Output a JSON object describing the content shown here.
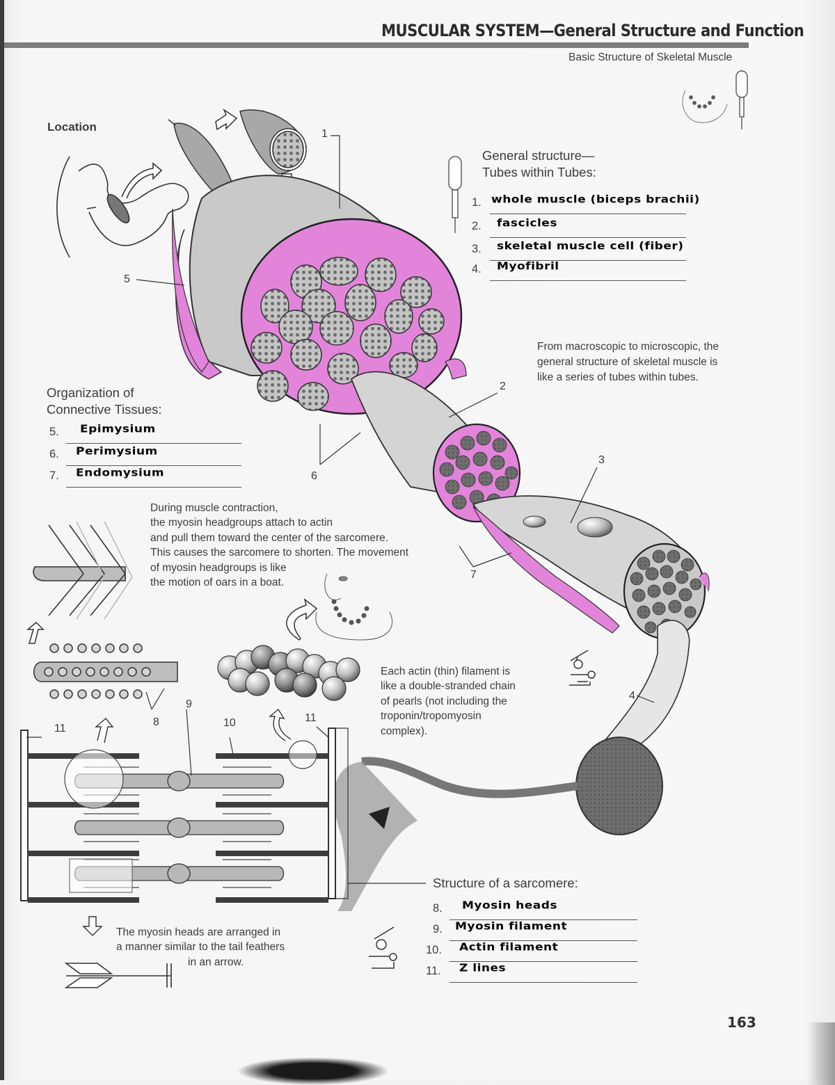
{
  "header": {
    "title": "MUSCULAR SYSTEM—General Structure and Function",
    "subtitle": "Basic Structure of Skeletal Muscle"
  },
  "colors": {
    "connective_tissue_pink": "#e384db",
    "muscle_gray": "#c9c9c9",
    "dark_gray": "#6f6f6f",
    "ink": "#2f2f2f",
    "header_rule": "#7d7d7d"
  },
  "location": {
    "label": "Location"
  },
  "general_structure": {
    "heading_line1": "General structure—",
    "heading_line2": "Tubes within Tubes:",
    "items": [
      {
        "num": "1.",
        "answer": "whole muscle (biceps brachii)"
      },
      {
        "num": "2.",
        "answer": "fascicles"
      },
      {
        "num": "3.",
        "answer": "skeletal muscle cell (fiber)"
      },
      {
        "num": "4.",
        "answer": "Myofibril"
      }
    ],
    "note": "From macroscopic to microscopic, the general structure of skeletal muscle is like a series of tubes within tubes."
  },
  "connective_tissues": {
    "heading_line1": "Organization of",
    "heading_line2": "Connective Tissues:",
    "items": [
      {
        "num": "5.",
        "answer": "Epimysium"
      },
      {
        "num": "6.",
        "answer": "Perimysium"
      },
      {
        "num": "7.",
        "answer": "Endomysium"
      }
    ]
  },
  "contraction_note": {
    "lines": [
      "During muscle contraction,",
      "the myosin headgroups attach to actin",
      "and pull them toward the center of the sarcomere.",
      "This causes the sarcomere to shorten. The movement",
      "of myosin headgroups is like",
      "the motion of oars in a boat."
    ]
  },
  "actin_note": {
    "lines": [
      "Each actin (thin) filament is",
      "like a double-stranded chain",
      "of pearls (not including the",
      "troponin/tropomyosin",
      "complex)."
    ]
  },
  "arrow_note": {
    "lines": [
      "The myosin heads are arranged in",
      "a manner similar to the tail feathers",
      "in an arrow."
    ]
  },
  "sarcomere": {
    "heading": "Structure of a sarcomere:",
    "items": [
      {
        "num": "8.",
        "answer": "Myosin heads"
      },
      {
        "num": "9.",
        "answer": "Myosin filament"
      },
      {
        "num": "10.",
        "answer": "Actin filament"
      },
      {
        "num": "11.",
        "answer": "Z lines"
      }
    ]
  },
  "callouts": {
    "c1": "1",
    "c2": "2",
    "c3": "3",
    "c4": "4",
    "c5": "5",
    "c6": "6",
    "c7": "7",
    "c8": "8",
    "c9": "9",
    "c10": "10",
    "c11a": "11",
    "c11b": "11"
  },
  "page_number": "163"
}
